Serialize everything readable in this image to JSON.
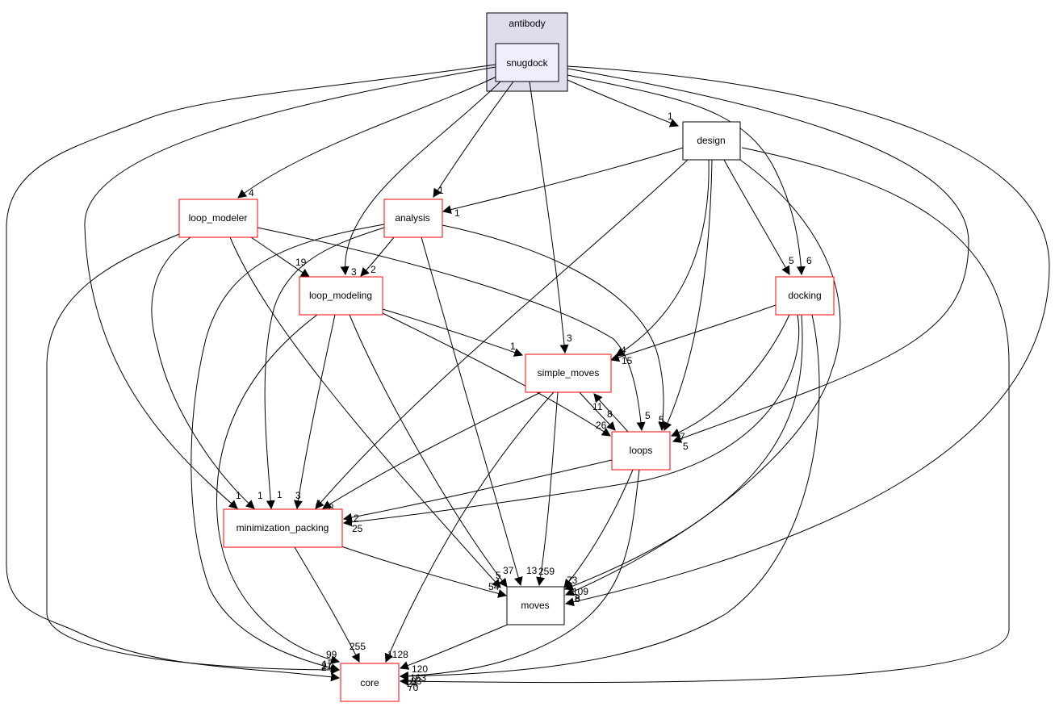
{
  "cluster": {
    "label": "antibody"
  },
  "nodes": [
    {
      "id": "snugdock",
      "label": "snugdock",
      "kind": "current"
    },
    {
      "id": "design",
      "label": "design",
      "kind": "plain"
    },
    {
      "id": "loop_modeler",
      "label": "loop_modeler",
      "kind": "red"
    },
    {
      "id": "analysis",
      "label": "analysis",
      "kind": "red"
    },
    {
      "id": "loop_modeling",
      "label": "loop_modeling",
      "kind": "red"
    },
    {
      "id": "docking",
      "label": "docking",
      "kind": "red"
    },
    {
      "id": "simple_moves",
      "label": "simple_moves",
      "kind": "red"
    },
    {
      "id": "loops",
      "label": "loops",
      "kind": "red"
    },
    {
      "id": "minimization_packing",
      "label": "minimization_packing",
      "kind": "red"
    },
    {
      "id": "moves",
      "label": "moves",
      "kind": "plain"
    },
    {
      "id": "core",
      "label": "core",
      "kind": "red"
    }
  ],
  "edges": [
    {
      "from": "snugdock",
      "to": "design",
      "label": "1"
    },
    {
      "from": "snugdock",
      "to": "loop_modeler",
      "label": "4"
    },
    {
      "from": "snugdock",
      "to": "analysis",
      "label": "1"
    },
    {
      "from": "snugdock",
      "to": "loop_modeling",
      "label": "3"
    },
    {
      "from": "snugdock",
      "to": "simple_moves",
      "label": "3"
    },
    {
      "from": "snugdock",
      "to": "docking",
      "label": "6"
    },
    {
      "from": "snugdock",
      "to": "minimization_packing",
      "label": "1"
    },
    {
      "from": "snugdock",
      "to": "loops",
      "label": "5"
    },
    {
      "from": "snugdock",
      "to": "moves",
      "label": "8"
    },
    {
      "from": "snugdock",
      "to": "core",
      "label": "2"
    },
    {
      "from": "design",
      "to": "analysis",
      "label": "1"
    },
    {
      "from": "design",
      "to": "docking",
      "label": "5"
    },
    {
      "from": "design",
      "to": "simple_moves",
      "label": "4"
    },
    {
      "from": "design",
      "to": "loops",
      "label": "5"
    },
    {
      "from": "design",
      "to": "minimization_packing",
      "label": "4"
    },
    {
      "from": "design",
      "to": "moves",
      "label": "8"
    },
    {
      "from": "design",
      "to": "core",
      "label": "24"
    },
    {
      "from": "loop_modeler",
      "to": "loop_modeling",
      "label": "19"
    },
    {
      "from": "loop_modeler",
      "to": "minimization_packing",
      "label": "1"
    },
    {
      "from": "loop_modeler",
      "to": "loops",
      "label": "5"
    },
    {
      "from": "loop_modeler",
      "to": "moves",
      "label": "5"
    },
    {
      "from": "loop_modeler",
      "to": "core",
      "label": "17"
    },
    {
      "from": "analysis",
      "to": "loop_modeling",
      "label": "2"
    },
    {
      "from": "analysis",
      "to": "loops",
      "label": "5"
    },
    {
      "from": "analysis",
      "to": "minimization_packing",
      "label": "1"
    },
    {
      "from": "analysis",
      "to": "moves",
      "label": "13"
    },
    {
      "from": "analysis",
      "to": "core",
      "label": "21"
    },
    {
      "from": "loop_modeling",
      "to": "simple_moves",
      "label": "1"
    },
    {
      "from": "loop_modeling",
      "to": "loops",
      "label": "26"
    },
    {
      "from": "loop_modeling",
      "to": "minimization_packing",
      "label": "3"
    },
    {
      "from": "loop_modeling",
      "to": "moves",
      "label": "37"
    },
    {
      "from": "loop_modeling",
      "to": "core",
      "label": "99"
    },
    {
      "from": "docking",
      "to": "simple_moves",
      "label": "15"
    },
    {
      "from": "docking",
      "to": "loops",
      "label": "7"
    },
    {
      "from": "docking",
      "to": "minimization_packing",
      "label": "2"
    },
    {
      "from": "docking",
      "to": "moves",
      "label": "109"
    },
    {
      "from": "docking",
      "to": "core",
      "label": "163"
    },
    {
      "from": "simple_moves",
      "to": "loops",
      "label": "11"
    },
    {
      "from": "simple_moves",
      "to": "minimization_packing",
      "label": "8"
    },
    {
      "from": "simple_moves",
      "to": "moves",
      "label": "259"
    },
    {
      "from": "simple_moves",
      "to": "core",
      "label": "1128"
    },
    {
      "from": "loops",
      "to": "simple_moves",
      "label": "8"
    },
    {
      "from": "loops",
      "to": "minimization_packing",
      "label": "25"
    },
    {
      "from": "loops",
      "to": "moves",
      "label": "73"
    },
    {
      "from": "loops",
      "to": "core",
      "label": "83"
    },
    {
      "from": "minimization_packing",
      "to": "moves",
      "label": "54"
    },
    {
      "from": "minimization_packing",
      "to": "core",
      "label": "255"
    },
    {
      "from": "moves",
      "to": "core",
      "label": "120"
    },
    {
      "from": "docking",
      "to": "core",
      "label": "70"
    }
  ]
}
